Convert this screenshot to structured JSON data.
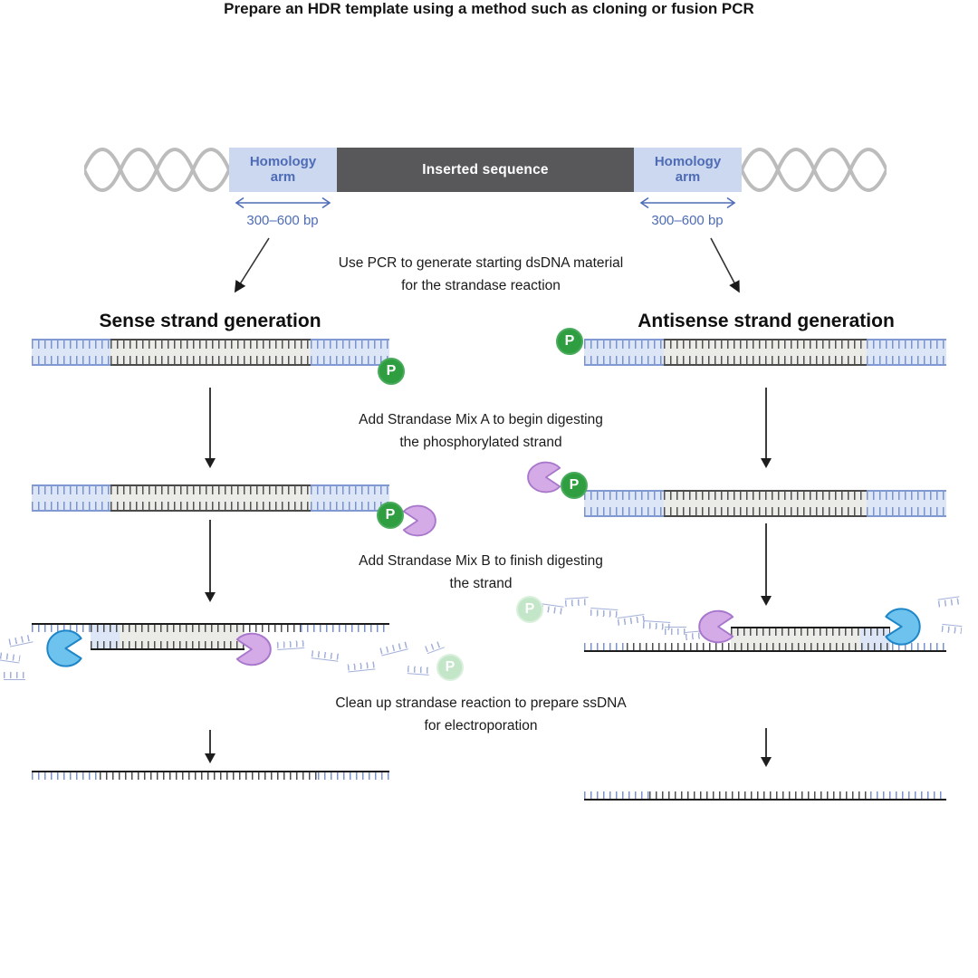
{
  "title": "Prepare an HDR template using a method such as cloning or fusion PCR",
  "template": {
    "homology_arm_left": "Homology arm",
    "inserted_sequence": "Inserted sequence",
    "homology_arm_right": "Homology arm",
    "bp_range_left": "300–600 bp",
    "bp_range_right": "300–600 bp"
  },
  "steps": {
    "pcr": "Use PCR to generate starting dsDNA material\nfor the strandase reaction",
    "mix_a": "Add Strandase Mix A to begin digesting\nthe phosphorylated strand",
    "mix_b": "Add Strandase Mix B to finish digesting\nthe strand",
    "cleanup": "Clean up strandase reaction to prepare ssDNA\nfor electroporation"
  },
  "sections": {
    "sense_title": "Sense strand generation",
    "antisense_title": "Antisense strand generation"
  },
  "badges": {
    "phosphate": "P"
  },
  "colors": {
    "accent_blue": "#4e6cb5",
    "homology_arm_fill": "#ccd8f0",
    "inserted_sequence_fill": "#58585a",
    "phosphate_green": "#2f9e41",
    "phosphate_faded": "#c3e6c8",
    "strandase_purple": "#d4abe6",
    "exonuclease_blue": "#6ec3ee",
    "helix_gray": "#bcbcbc"
  }
}
